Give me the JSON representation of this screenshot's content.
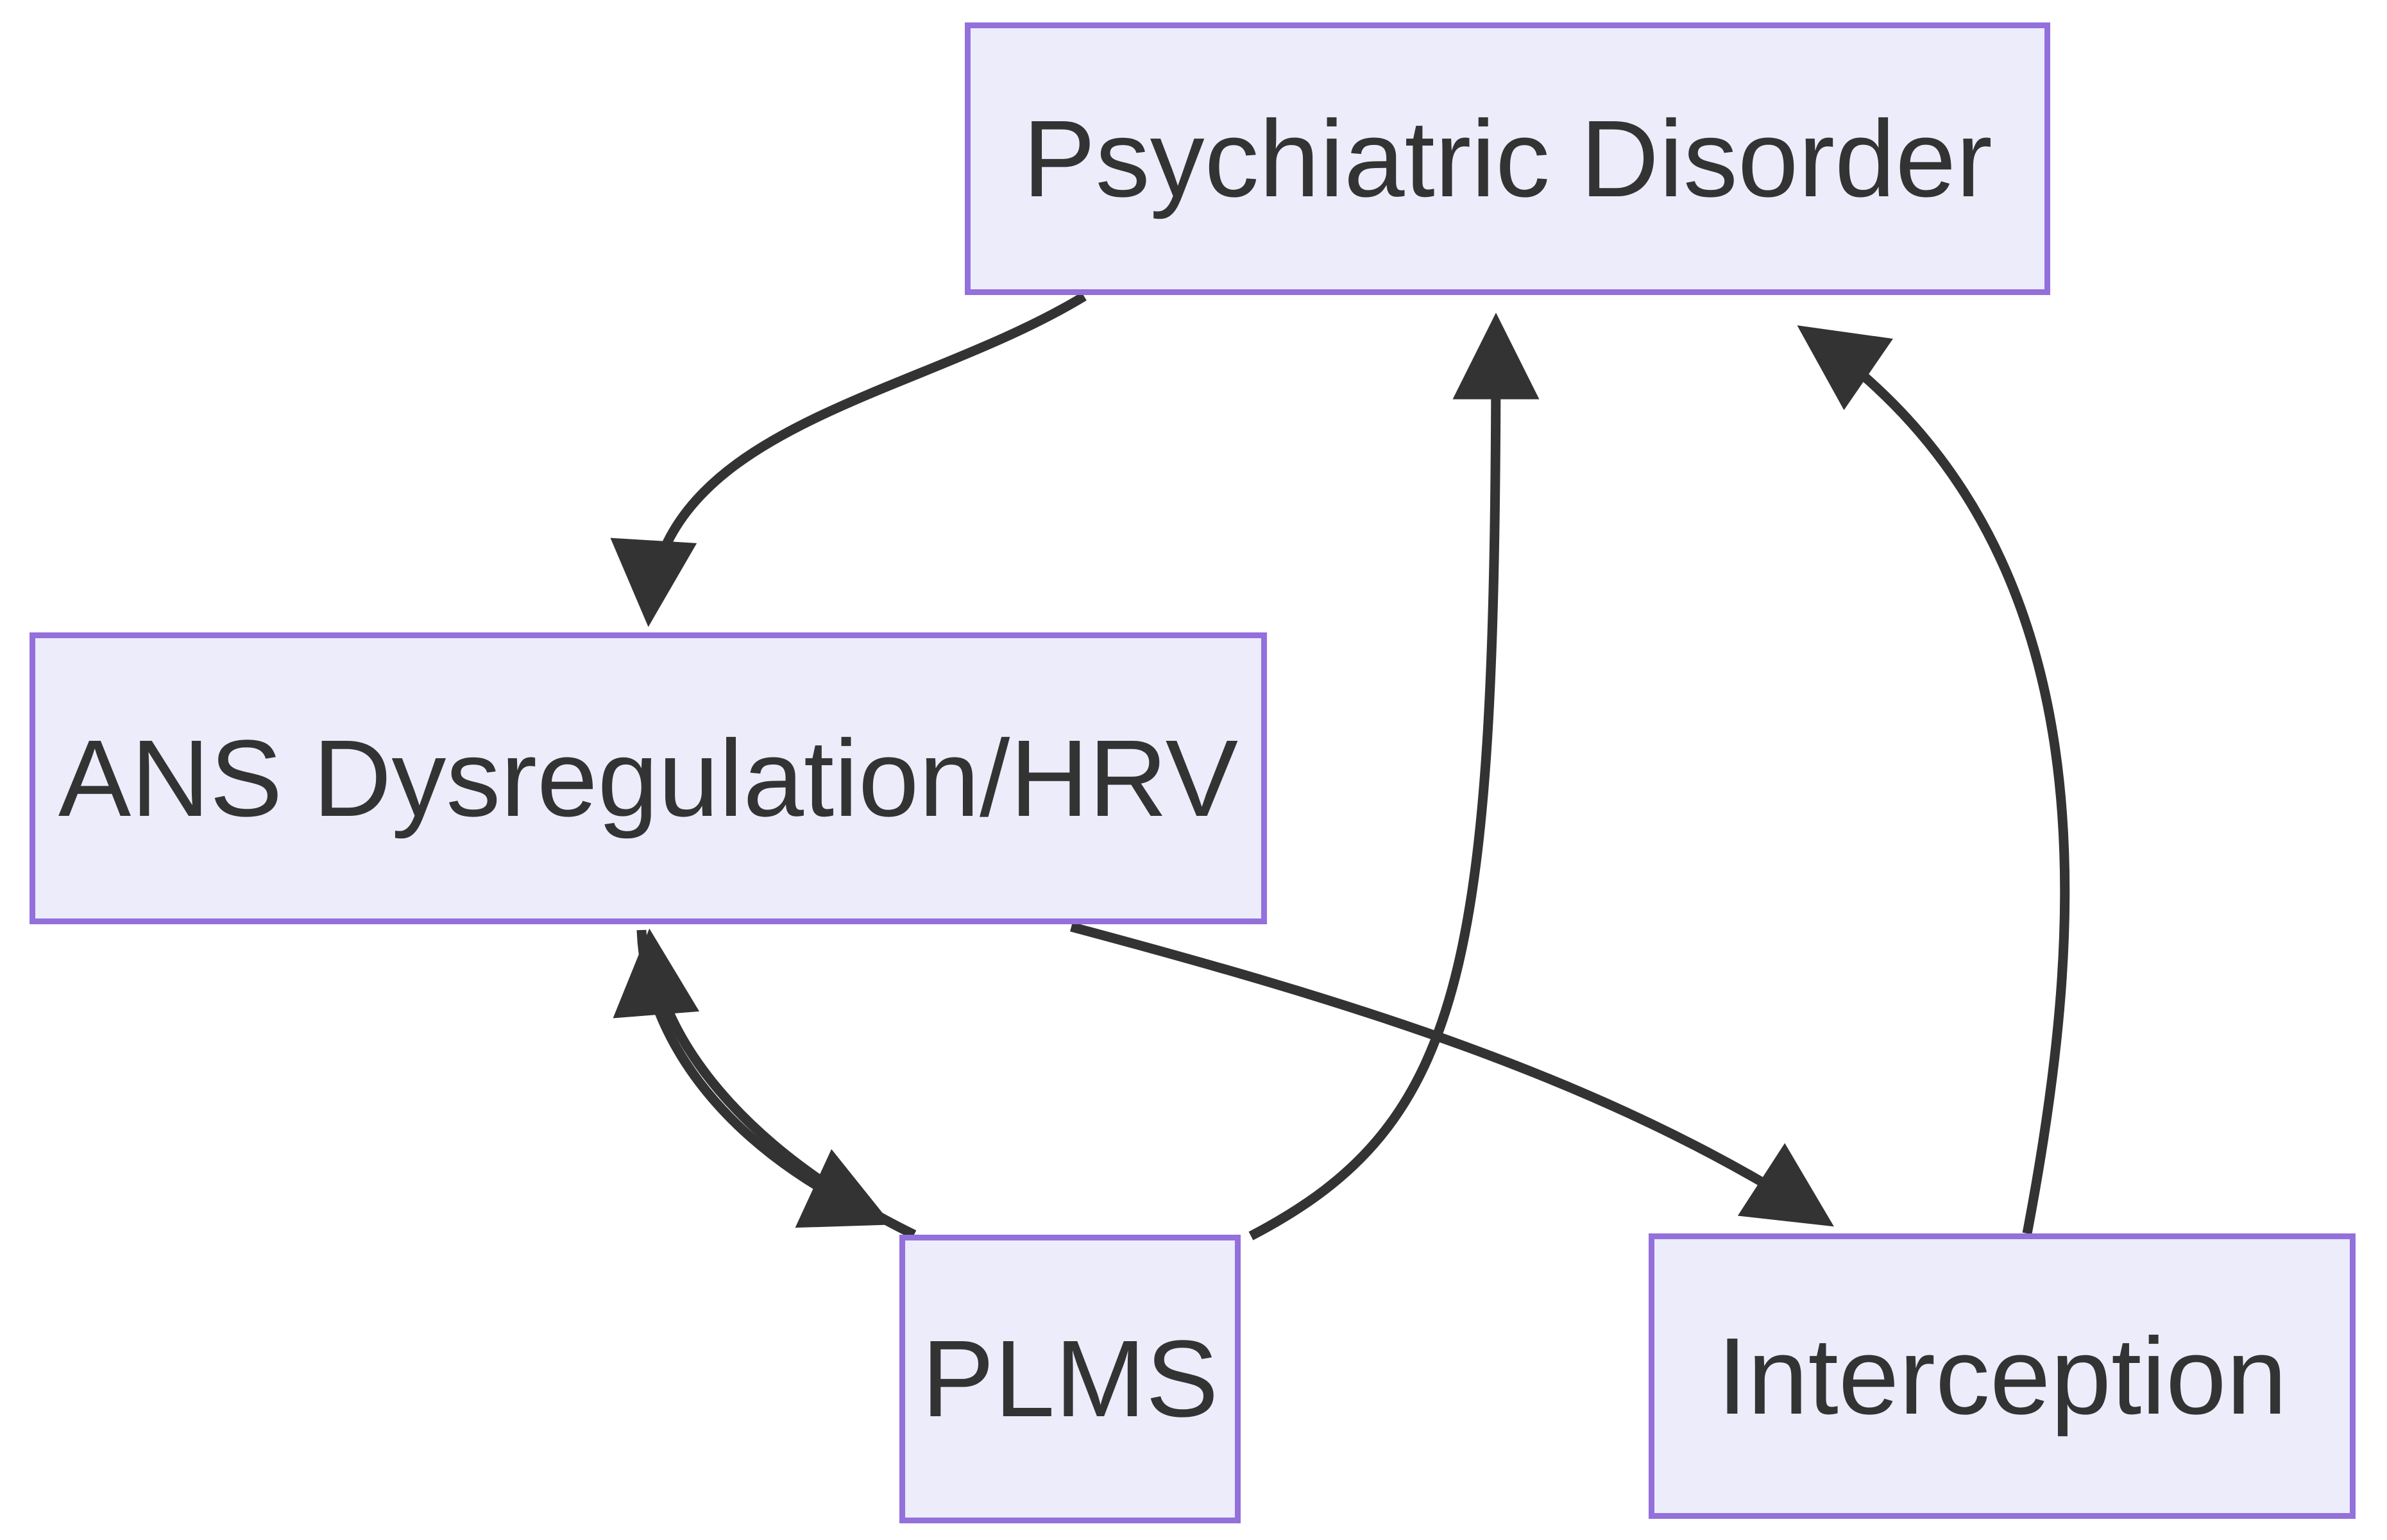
{
  "diagram": {
    "type": "flowchart",
    "nodes": [
      {
        "id": "psychiatric_disorder",
        "label": "Psychiatric Disorder"
      },
      {
        "id": "ans_dysregulation_hrv",
        "label": "ANS Dysregulation/HRV"
      },
      {
        "id": "plms",
        "label": "PLMS"
      },
      {
        "id": "interception",
        "label": "Interception"
      }
    ],
    "edges": [
      {
        "from": "psychiatric_disorder",
        "to": "ans_dysregulation_hrv",
        "directed": true
      },
      {
        "from": "plms",
        "to": "ans_dysregulation_hrv",
        "directed": true
      },
      {
        "from": "ans_dysregulation_hrv",
        "to": "plms",
        "directed": true
      },
      {
        "from": "ans_dysregulation_hrv",
        "to": "interception",
        "directed": true
      },
      {
        "from": "plms",
        "to": "psychiatric_disorder",
        "directed": true
      },
      {
        "from": "interception",
        "to": "psychiatric_disorder",
        "directed": true
      }
    ],
    "theme": {
      "node_fill": "#ECECFB",
      "node_border": "#9370DB",
      "edge_color": "#333333",
      "text_color": "#333333",
      "background": "#ffffff"
    }
  }
}
